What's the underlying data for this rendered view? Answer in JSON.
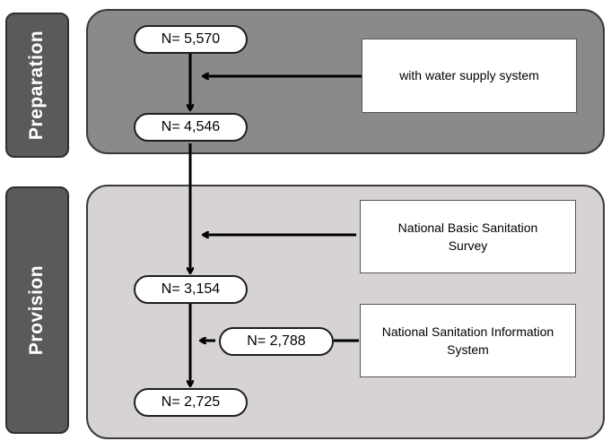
{
  "stages": {
    "preparation": "Preparation",
    "provision": "Provision"
  },
  "counts": {
    "n1": "N= 5,570",
    "n2": "N= 4,546",
    "n3": "N= 3,154",
    "n4": "N= 2,788",
    "n5": "N= 2,725"
  },
  "sources": {
    "water_supply": "with water supply system",
    "basic_survey": [
      "National Basic Sanitation",
      "Survey"
    ],
    "info_system": [
      "National Sanitation Information",
      "System"
    ]
  },
  "colors": {
    "preparation_region": "#8a8a8a",
    "provision_region": "#d6d2d6",
    "stage_label": "#5a5a5a"
  }
}
